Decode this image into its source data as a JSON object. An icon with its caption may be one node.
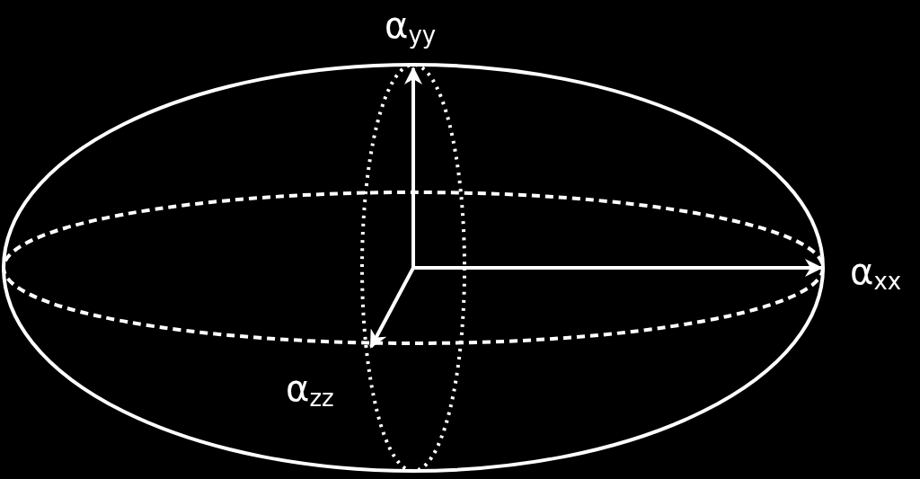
{
  "diagram": {
    "labels": [
      "α$_{yy}$",
      "α$_{xx}$",
      "α$_{zz}$"
    ]
  }
}
